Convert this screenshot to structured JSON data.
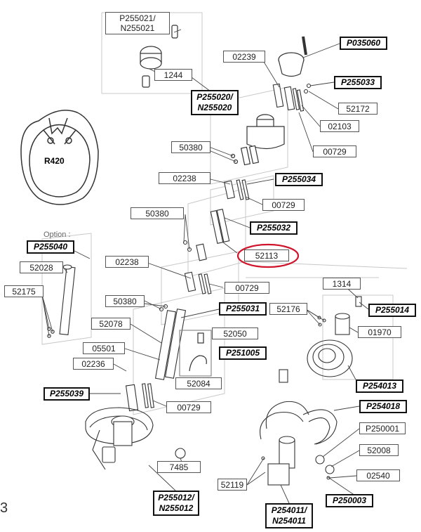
{
  "option_text": "Option :",
  "profile_label": "R420",
  "edge_mark": "3",
  "labels": {
    "p255021": "P255021/",
    "n255021": "N255021",
    "l1244": "1244",
    "p255020": "P255020/",
    "n255020": "N255020",
    "l02239": "02239",
    "p035060": "P035060",
    "p255033": "P255033",
    "l52172": "52172",
    "l02103": "02103",
    "l00729a": "00729",
    "l50380a": "50380",
    "l02238a": "02238",
    "p255034": "P255034",
    "l00729b": "00729",
    "l50380b": "50380",
    "p255032": "P255032",
    "l52113": "52113",
    "p255040": "P255040",
    "l52028": "52028",
    "l52175": "52175",
    "l02238b": "02238",
    "l00729c": "00729",
    "l1314": "1314",
    "p255014": "P255014",
    "l52176": "52176",
    "l01970": "01970",
    "l50380c": "50380",
    "p255031": "P255031",
    "l52050": "52050",
    "l52078": "52078",
    "p251005": "P251005",
    "l05501": "05501",
    "l02236": "02236",
    "l52084": "52084",
    "p254013": "P254013",
    "p255039": "P255039",
    "l00729d": "00729",
    "p254018": "P254018",
    "p250001": "P250001",
    "l52008": "52008",
    "l7485": "7485",
    "l02540": "02540",
    "l52119": "52119",
    "p250003": "P250003",
    "p255012": "P255012/",
    "n255012": "N255012",
    "p254011": "P254011/",
    "n254011": "N254011"
  },
  "highlight_color": "#d0142c"
}
